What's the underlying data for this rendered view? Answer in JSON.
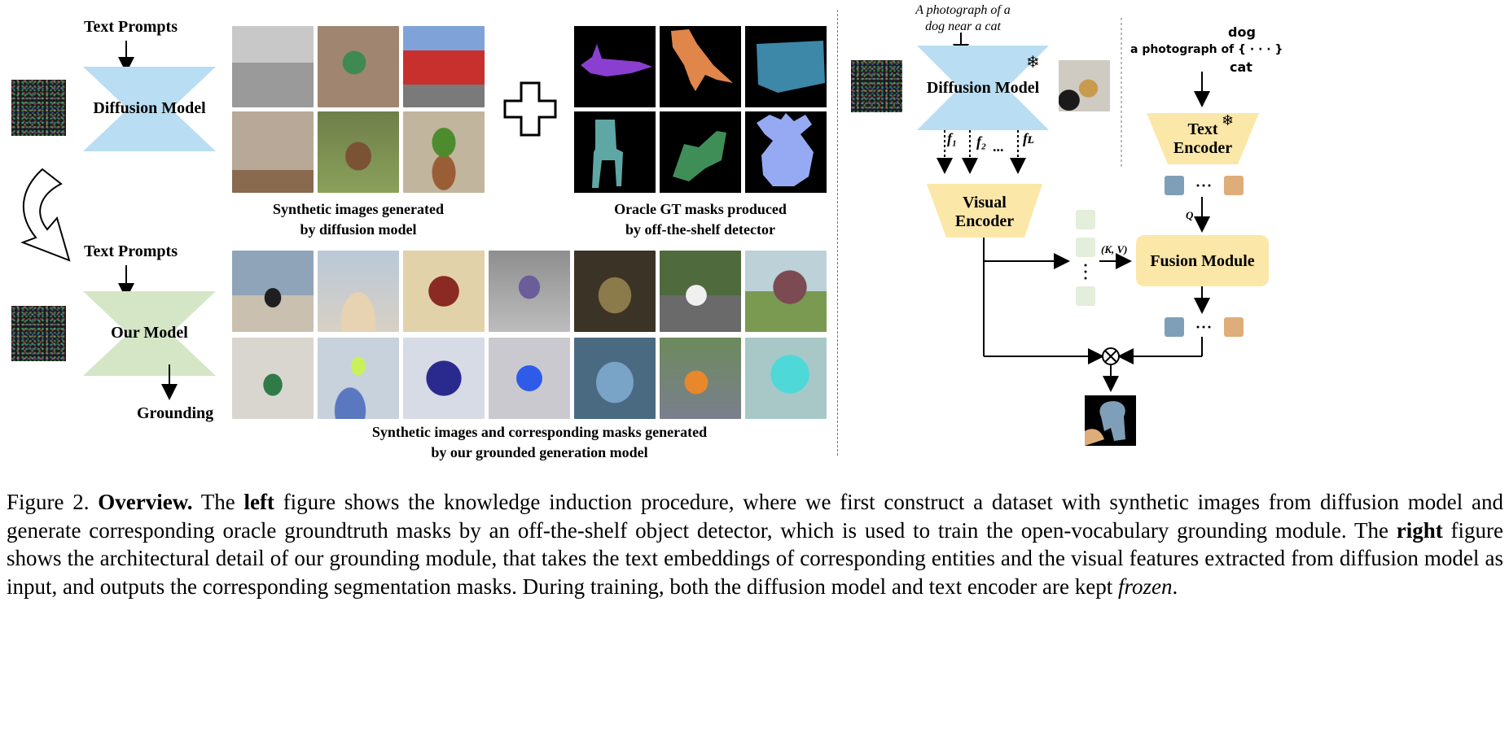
{
  "left": {
    "top_text_prompts": "Text Prompts",
    "diffusion_model": "Diffusion Model",
    "bottom_text_prompts": "Text Prompts",
    "our_model": "Our Model",
    "grounding": "Grounding",
    "synthetic_caption": [
      "Synthetic images generated",
      "by diffusion model"
    ],
    "oracle_caption": [
      "Oracle GT masks produced",
      "by off-the-shelf detector"
    ],
    "grounded_caption": [
      "Synthetic images and corresponding masks generated",
      "by our grounded generation model"
    ]
  },
  "right": {
    "prompt": [
      "A photograph of a",
      "dog near a cat"
    ],
    "diffusion_model": "Diffusion Model",
    "features": [
      "f₁",
      "f₂",
      "...",
      "fʟ"
    ],
    "visual_encoder": [
      "Visual",
      "Encoder"
    ],
    "template": "a photograph of { · · · }",
    "entities": [
      "dog",
      "cat"
    ],
    "text_encoder": [
      "Text",
      "Encoder"
    ],
    "q_label": "Q",
    "kv_label": "(K, V)",
    "fusion_module": "Fusion Module",
    "snowflake": "❄"
  },
  "colors": {
    "diffusion_blue": "#b9ddf2",
    "our_model_green": "#d4e6c6",
    "encoder_yellow": "#fbe7a8",
    "token_blue": "#7f9fb8",
    "token_orange": "#dfad7a",
    "feature_green": "#e3eedb"
  },
  "caption": {
    "figure_no": "Figure 2.",
    "title": "Overview.",
    "t1": " The ",
    "left": "left",
    "t2": " figure shows the knowledge induction procedure, where we first construct a dataset with synthetic images from diffusion model and generate corresponding oracle groundtruth masks by an off-the-shelf object detector, which is used to train the open-vocabulary grounding module.  The ",
    "right": "right",
    "t3": " figure shows the architectural detail of our grounding module, that takes the text embeddings of corresponding entities and the visual features extracted from diffusion model as input, and outputs the corresponding segmentation masks. During training, both the diffusion model and text encoder are kept ",
    "frozen": "frozen",
    "end": "."
  }
}
